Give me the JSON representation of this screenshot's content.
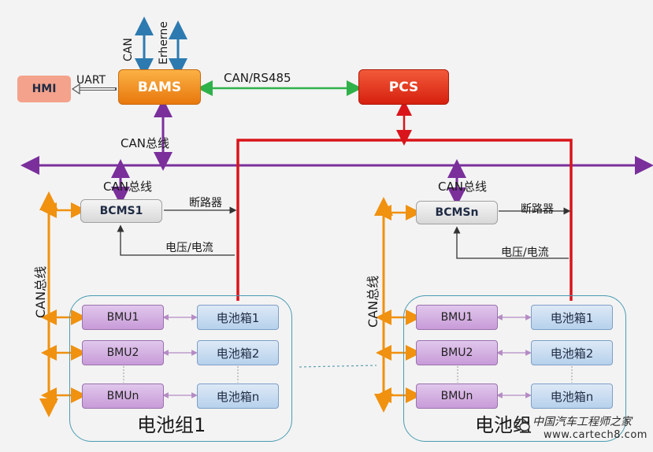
{
  "nodes": {
    "hmi": "HMI",
    "bams": "BAMS",
    "pcs": "PCS",
    "bcms1": "BCMS1",
    "bcmsn": "BCMSn"
  },
  "labels": {
    "uart": "UART",
    "can_top": "CAN",
    "ethernet": "Erherne",
    "can_rs485": "CAN/RS485",
    "can_bus": "CAN总线",
    "breaker": "断路器",
    "voltage_current": "电压/电流"
  },
  "group1": {
    "title": "电池组1",
    "bmus": [
      "BMU1",
      "BMU2",
      "BMUn"
    ],
    "packs": [
      "电池箱1",
      "电池箱2",
      "电池箱n"
    ]
  },
  "group2": {
    "title": "电池组",
    "bmus": [
      "BMU1",
      "BMU2",
      "BMUn"
    ],
    "packs": [
      "电池箱1",
      "电池箱2",
      "电池箱n"
    ]
  },
  "watermark": {
    "line1": "中国汽车工程师之家",
    "line2": "www.cartech8.com"
  },
  "colors": {
    "power_line": "#d9141a",
    "bus_line": "#7a2f9b",
    "can_side": "#f0910f",
    "rs485_link": "#2fb14a",
    "top_arrows": "#2d7ab0"
  }
}
